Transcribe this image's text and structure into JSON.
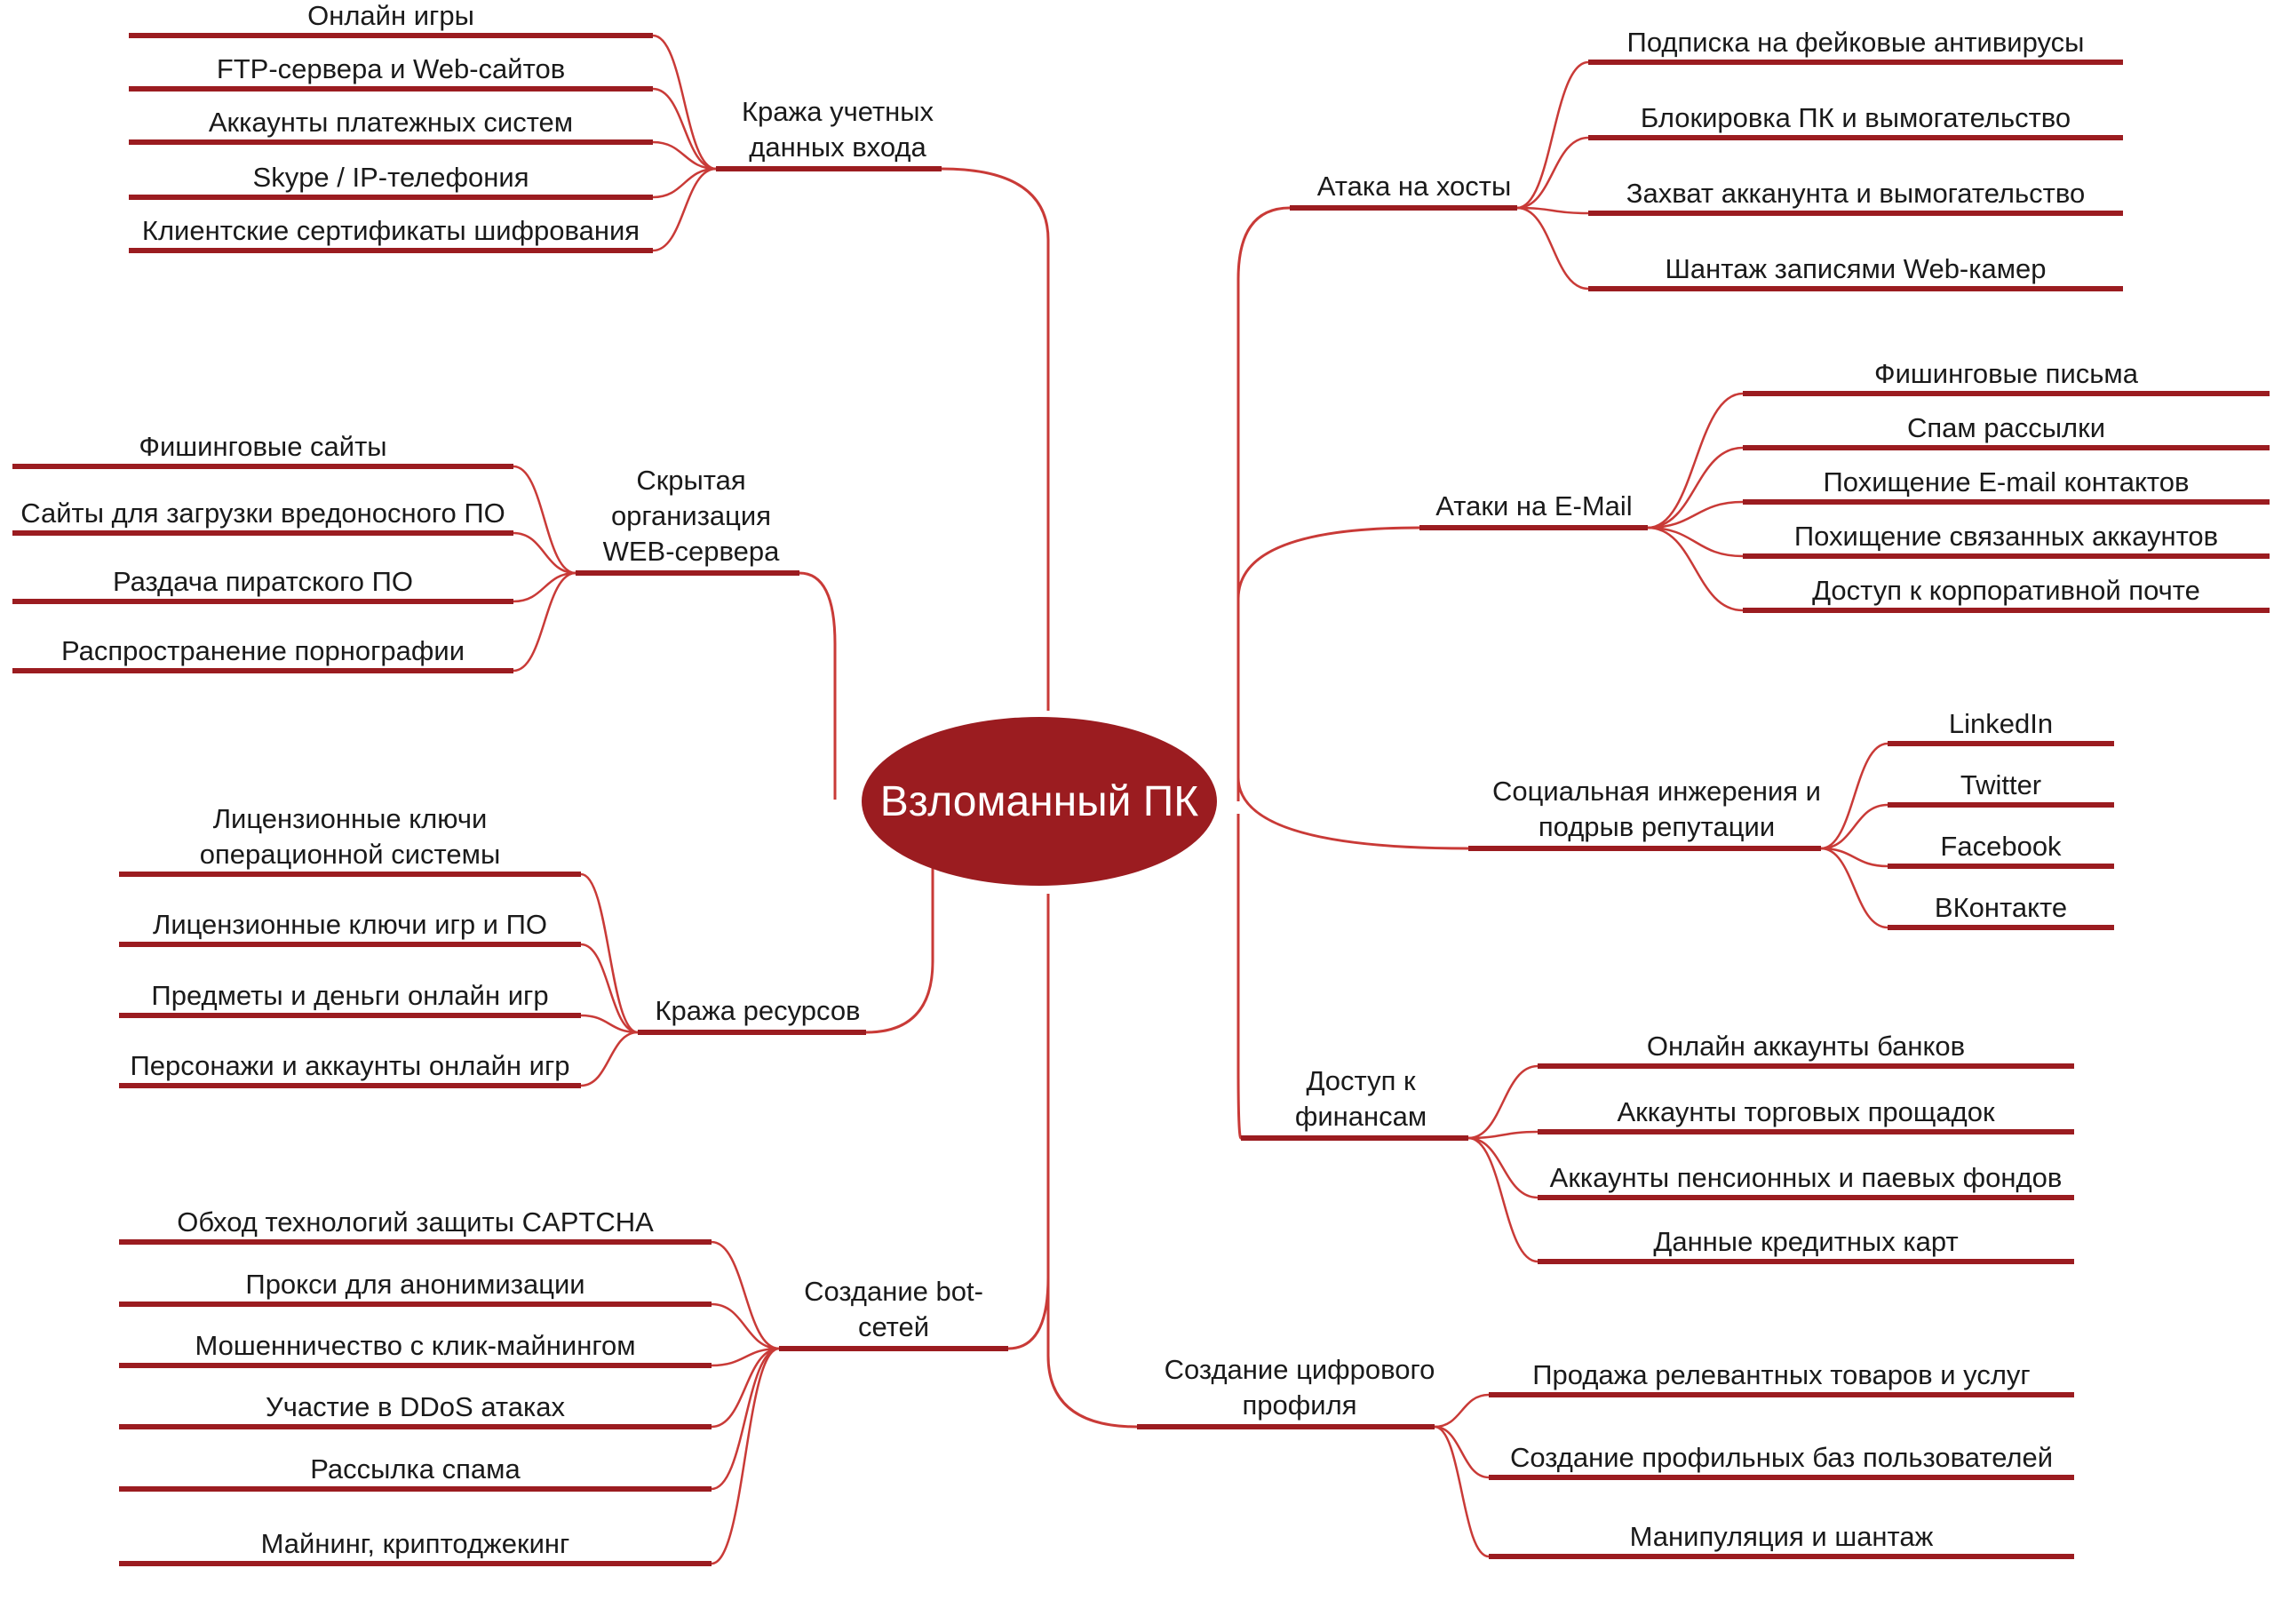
{
  "center": "Взломанный ПК",
  "colors": {
    "accent": "#9b1c20",
    "line": "#c93a37",
    "text": "#1a1a1a"
  },
  "branches": [
    {
      "key": "credentials",
      "label": [
        "Кража учетных",
        "данных входа"
      ],
      "leaves": [
        "Онлайн игры",
        "FTP-сервера и Web-сайтов",
        "Аккаунты платежных систем",
        "Skype / IP-телефония",
        "Клиентские сертификаты шифрования"
      ]
    },
    {
      "key": "hidden-web",
      "label": [
        "Скрытая",
        "организация",
        "WEB-сервера"
      ],
      "leaves": [
        "Фишинговые сайты",
        "Сайты для загрузки вредоносного ПО",
        "Раздача пиратского ПО",
        "Распространение порнографии"
      ]
    },
    {
      "key": "resources",
      "label": [
        "Кража ресурсов"
      ],
      "leaves": [
        [
          "Лицензионные ключи",
          "операционной системы"
        ],
        "Лицензионные ключи игр и ПО",
        "Предметы и деньги онлайн игр",
        "Персонажи и аккаунты онлайн игр"
      ]
    },
    {
      "key": "botnets",
      "label": [
        "Создание bot-",
        "сетей"
      ],
      "leaves": [
        "Обход технологий защиты CAPTCHA",
        "Прокси для анонимизации",
        "Мошенничество с клик-майнингом",
        "Участие в DDoS атаках",
        "Рассылка спама",
        "Майнинг, криптоджекинг"
      ]
    },
    {
      "key": "hosts",
      "label": [
        "Атака на хосты"
      ],
      "leaves": [
        "Подписка на фейковые антивирусы",
        "Блокировка ПК и вымогательство",
        "Захват акканунта и вымогательство",
        "Шантаж записями Web-камер"
      ]
    },
    {
      "key": "email",
      "label": [
        "Атаки на E-Mail"
      ],
      "leaves": [
        "Фишинговые письма",
        "Спам рассылки",
        "Похищение E-mail контактов",
        "Похищение связанных аккаунтов",
        "Доступ к корпоративной почте"
      ]
    },
    {
      "key": "social",
      "label": [
        "Социальная инжерения и",
        "подрыв репутации"
      ],
      "leaves": [
        "LinkedIn",
        "Twitter",
        "Facebook",
        "ВКонтакте"
      ]
    },
    {
      "key": "finance",
      "label": [
        "Доступ к",
        "финансам"
      ],
      "leaves": [
        "Онлайн аккаунты банков",
        "Аккаунты торговых прощадок",
        "Аккаунты пенсионных и паевых фондов",
        "Данные кредитных карт"
      ]
    },
    {
      "key": "profile",
      "label": [
        "Создание цифрового",
        "профиля"
      ],
      "leaves": [
        "Продажа релевантных товаров и услуг",
        "Создание профильных баз пользователей",
        "Манипуляция и шантаж"
      ]
    }
  ]
}
